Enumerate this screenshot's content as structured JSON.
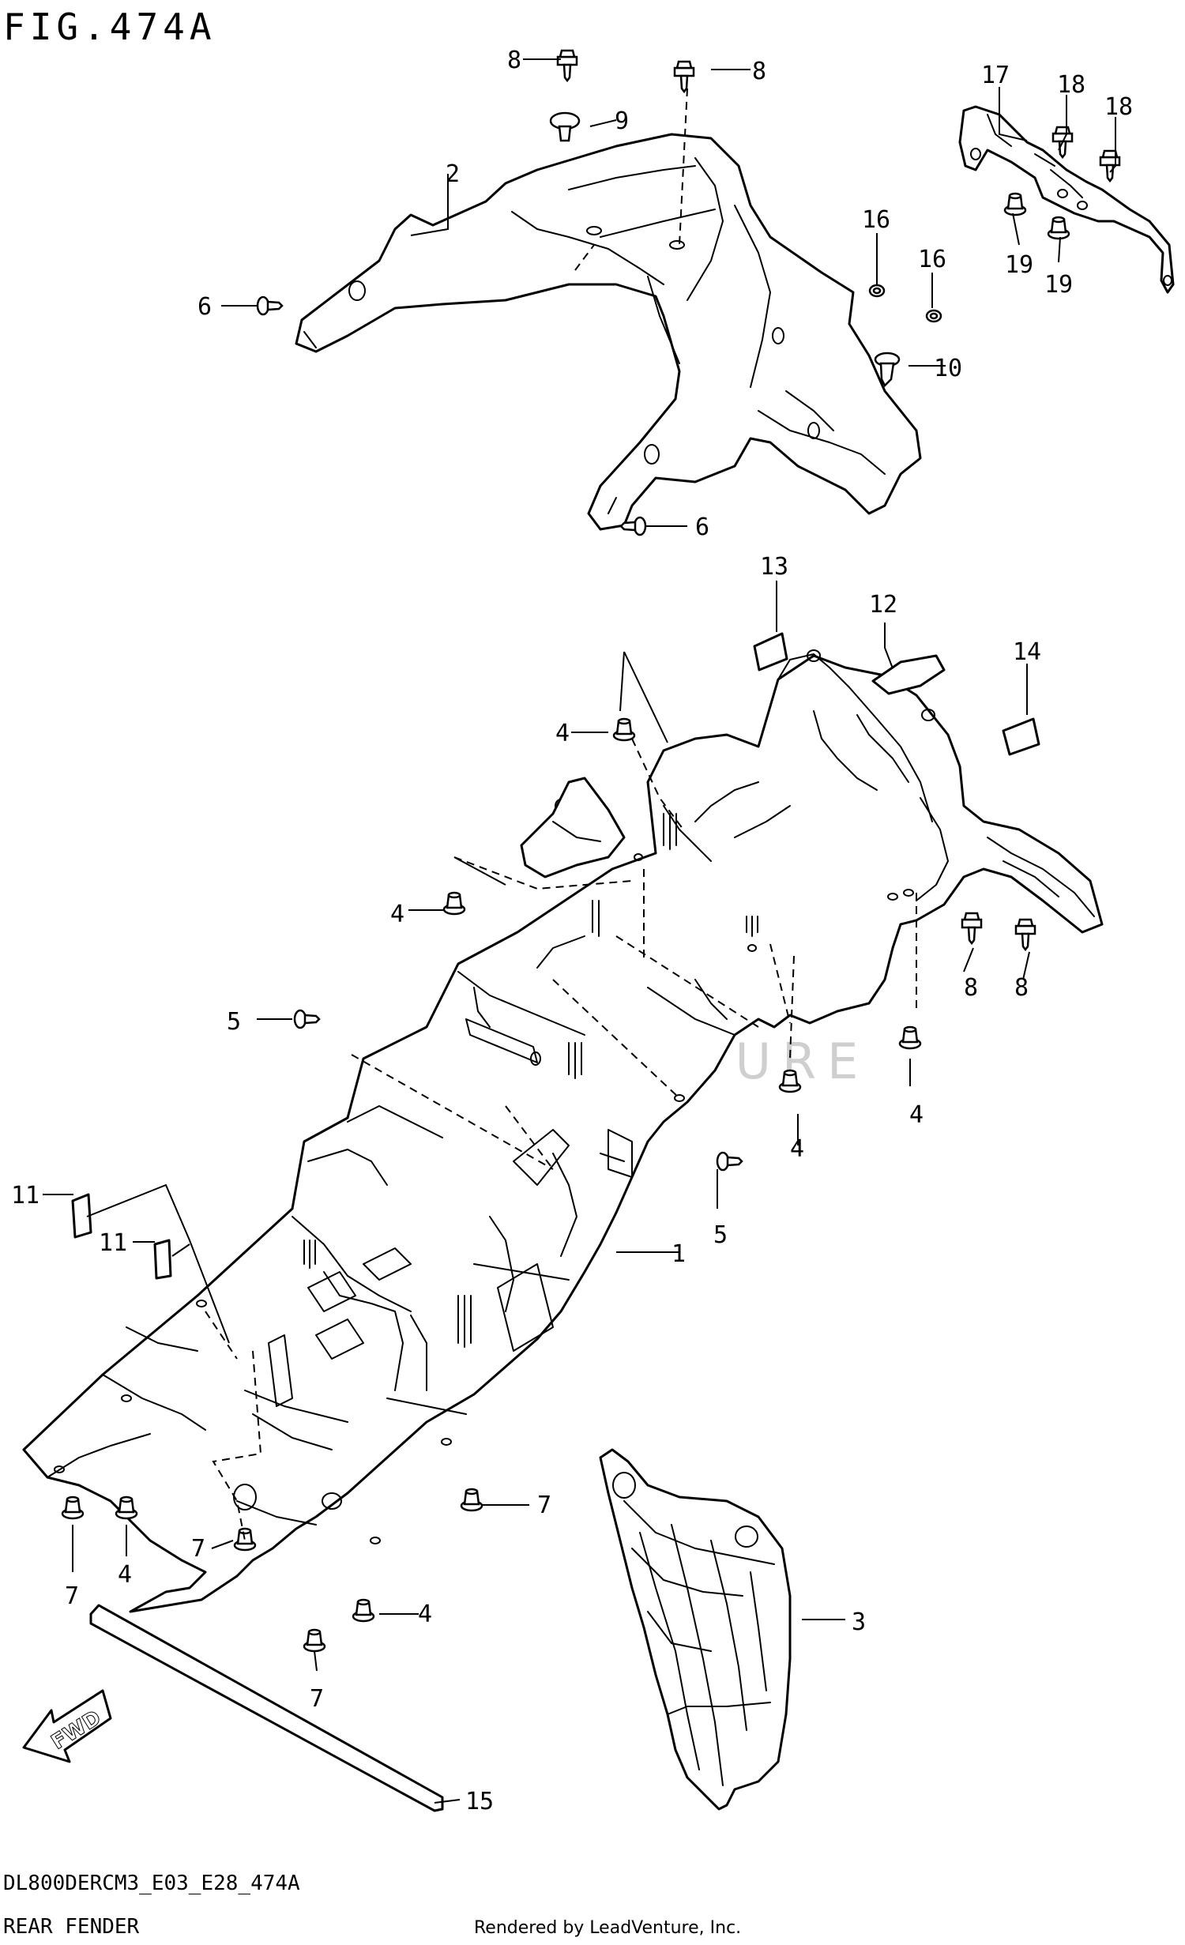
{
  "figure": {
    "title": "FIG.474A",
    "code": "DL800DERCM3_E03_E28_474A",
    "name": "REAR FENDER",
    "rendered_by": "Rendered by LeadVenture, Inc.",
    "watermark": "LEADVENTURE",
    "fwd_arrow": "FWD"
  },
  "callouts": [
    {
      "label": "1"
    },
    {
      "label": "2"
    },
    {
      "label": "3"
    },
    {
      "label": "4"
    },
    {
      "label": "4"
    },
    {
      "label": "4"
    },
    {
      "label": "4"
    },
    {
      "label": "4"
    },
    {
      "label": "4"
    },
    {
      "label": "5"
    },
    {
      "label": "5"
    },
    {
      "label": "6"
    },
    {
      "label": "6"
    },
    {
      "label": "7"
    },
    {
      "label": "7"
    },
    {
      "label": "7"
    },
    {
      "label": "7"
    },
    {
      "label": "8"
    },
    {
      "label": "8"
    },
    {
      "label": "8"
    },
    {
      "label": "8"
    },
    {
      "label": "9"
    },
    {
      "label": "10"
    },
    {
      "label": "11"
    },
    {
      "label": "11"
    },
    {
      "label": "12"
    },
    {
      "label": "13"
    },
    {
      "label": "14"
    },
    {
      "label": "15"
    },
    {
      "label": "16"
    },
    {
      "label": "16"
    },
    {
      "label": "17"
    },
    {
      "label": "18"
    },
    {
      "label": "18"
    },
    {
      "label": "19"
    },
    {
      "label": "19"
    }
  ]
}
